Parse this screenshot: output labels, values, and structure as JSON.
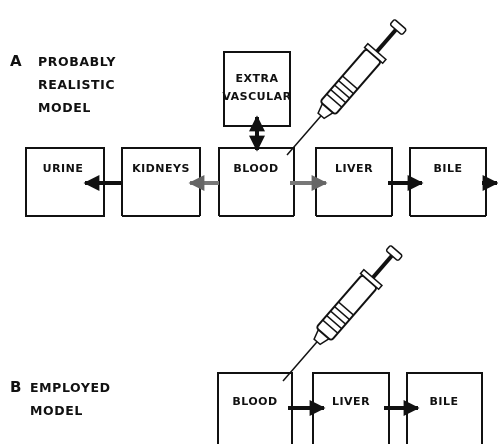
{
  "panel_a": {
    "letter": "A",
    "title_lines": [
      "PROBABLY",
      "REALISTIC",
      "MODEL"
    ],
    "extra_box_lines": [
      "EXTRA",
      "VASCULAR"
    ],
    "compartments": [
      "URINE",
      "KIDNEYS",
      "BLOOD",
      "LIVER",
      "BILE"
    ]
  },
  "panel_b": {
    "letter": "B",
    "title_lines": [
      "EMPLOYED",
      "MODEL"
    ],
    "compartments": [
      "BLOOD",
      "LIVER",
      "BILE"
    ]
  }
}
